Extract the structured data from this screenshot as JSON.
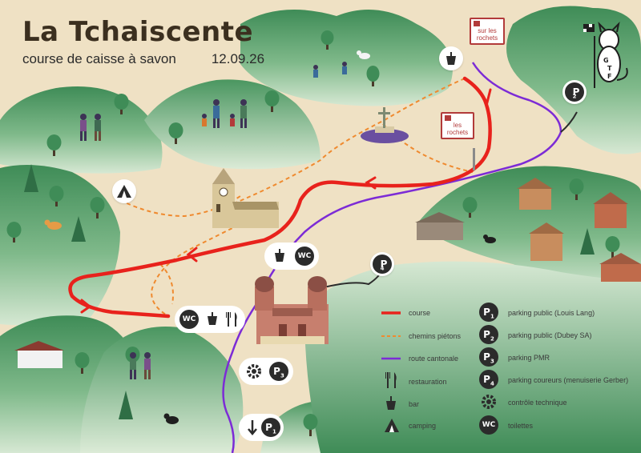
{
  "header": {
    "title": "La Tchaiscente",
    "subtitle": "course de caisse à savon",
    "date": "12.09.26"
  },
  "signs": {
    "top": "sur les rochets",
    "mid": "les rochets"
  },
  "colors": {
    "course": "#e8221c",
    "pedestrian": "#ef8a2f",
    "road": "#7c2bd6",
    "hill_dark": "#3f8c57",
    "hill_light": "#cfe3cf",
    "ground": "#efe1c4",
    "badge": "#2b2b2b"
  },
  "legend": {
    "routes": [
      {
        "label": "course",
        "style": "solid-red"
      },
      {
        "label": "chemins piétons",
        "style": "dashed-orange"
      },
      {
        "label": "route cantonale",
        "style": "solid-purple"
      }
    ],
    "services": [
      {
        "label": "restauration",
        "icon": "fork-knife-icon"
      },
      {
        "label": "bar",
        "icon": "cup-icon"
      },
      {
        "label": "camping",
        "icon": "tent-icon"
      }
    ],
    "parkings": [
      {
        "badge": "P1",
        "label": "parking public (Louis Lang)"
      },
      {
        "badge": "P2",
        "label": "parking public (Dubey SA)"
      },
      {
        "badge": "P3",
        "label": "parking PMR"
      },
      {
        "badge": "P4",
        "label": "parking coureurs (menuiserie Gerber)"
      }
    ],
    "other": [
      {
        "label": "contrôle technique",
        "icon": "gear-icon"
      },
      {
        "badge": "WC",
        "label": "toilettes"
      }
    ]
  },
  "badges": {
    "wc": "WC",
    "p": "P",
    "n1": "1",
    "n2": "2",
    "n3": "3",
    "n4": "4"
  }
}
